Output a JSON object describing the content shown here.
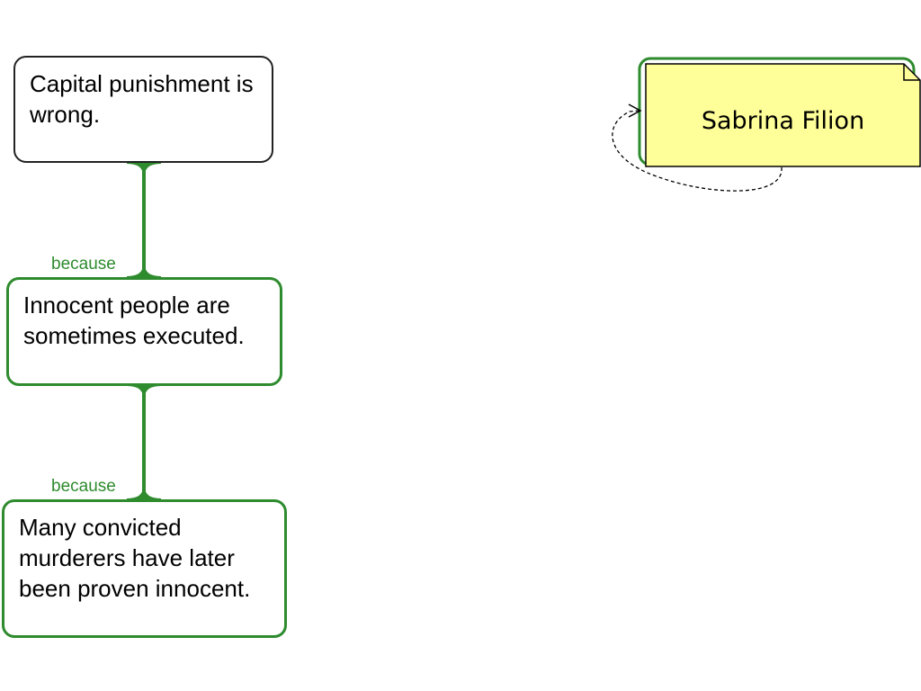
{
  "diagram": {
    "claim": {
      "text": "Capital punishment is wrong."
    },
    "reasons": [
      {
        "connector_label": "because",
        "text": "Innocent people are sometimes executed."
      },
      {
        "connector_label": "because",
        "text": "Many convicted murderers have later been proven innocent."
      }
    ],
    "author_note": {
      "text": "Sabrina Filion"
    }
  },
  "colors": {
    "support_green": "#2e8b2e",
    "note_yellow": "#ffff99",
    "claim_border": "#222222"
  }
}
